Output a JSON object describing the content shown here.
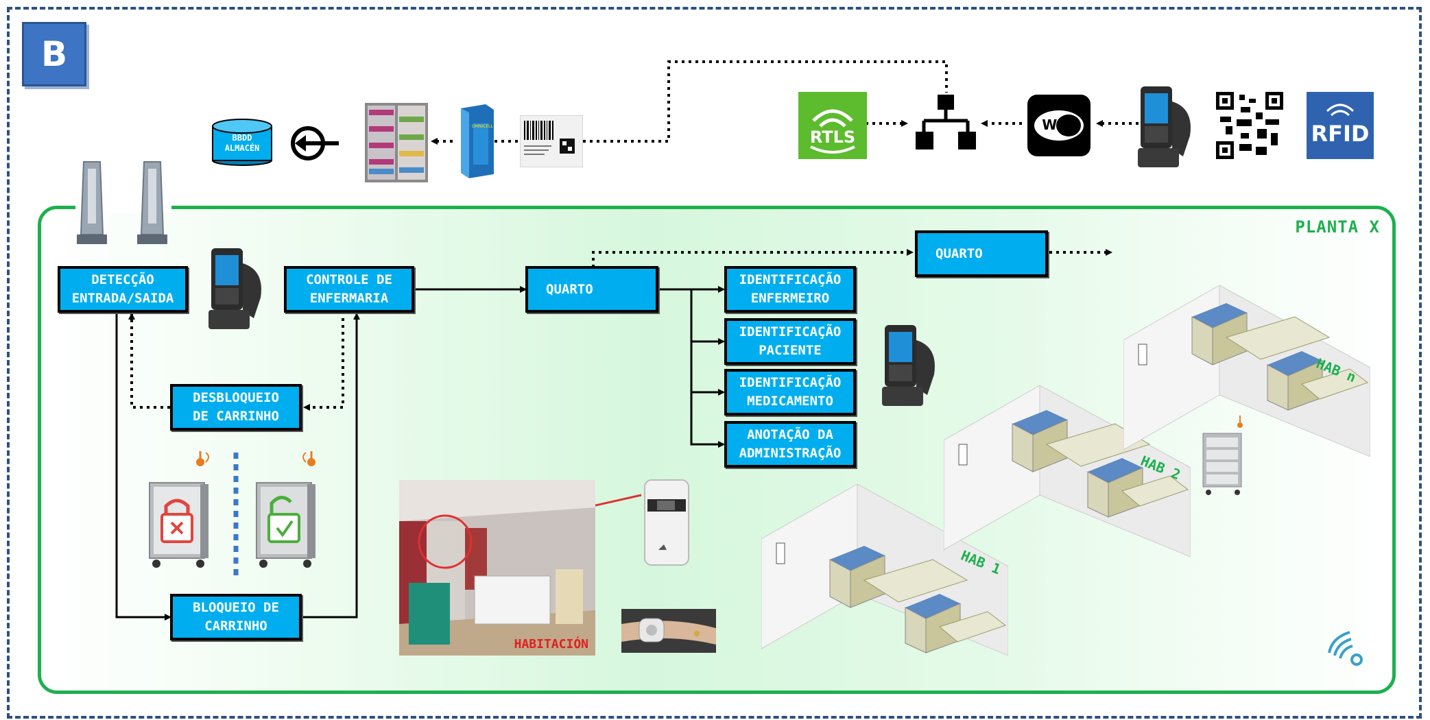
{
  "panel_letter": "B",
  "plant_label": "PLANTA X",
  "top_row": {
    "database_label": "BBDD\nALMACÉN",
    "rtls_label": "RTLS",
    "wifi_label": "WiFi",
    "rfid_label": "RFID"
  },
  "boxes": {
    "detection": "DETECÇÃO\nENTRADA/SAIDA",
    "nursing_control": "CONTROLE DE\nENFERMARIA",
    "room_1": "QUARTO",
    "room_2": "QUARTO",
    "id_nurse": "IDENTIFICAÇÃO\nENFERMEIRO",
    "id_patient": "IDENTIFICAÇÃO\nPACIENTE",
    "id_medication": "IDENTIFICAÇÃO\nMEDICAMENTO",
    "annotation": "ANOTAÇÃO DA\nADMINISTRAÇÃO",
    "unlock_cart": "DESBLOQUEIO\nDE CARRINHO",
    "lock_cart": "BLOQUEIO DE\nCARRINHO"
  },
  "photo_caption": "HABITACIÓN",
  "rooms": [
    "HAB 1",
    "HAB 2",
    "HAB n"
  ],
  "colors": {
    "box_fill": "#00aeef",
    "plant_border": "#1db04e",
    "frame": "#2f4f7f",
    "badge": "#3d74c4",
    "wifi_signal": "#3aa0c8",
    "rfid_badge": "#2f63b0",
    "rtls_badge": "#5dbb2e",
    "lock_red": "#e0453f",
    "lock_green": "#4cae3c"
  },
  "icons": [
    "database-icon",
    "login-arrow-icon",
    "pharmacy-shelf-icon",
    "dispensing-cabinet-icon",
    "barcode-label-icon",
    "rtls-icon",
    "network-icon",
    "wifi-icon",
    "handheld-scanner-icon",
    "qr-code-icon",
    "rfid-icon",
    "rfid-gate-icon",
    "locked-cart-icon",
    "unlocked-cart-icon",
    "room-photo",
    "wall-reader-icon",
    "wristband-icon",
    "hospital-bed-icon",
    "nfc-icon"
  ]
}
